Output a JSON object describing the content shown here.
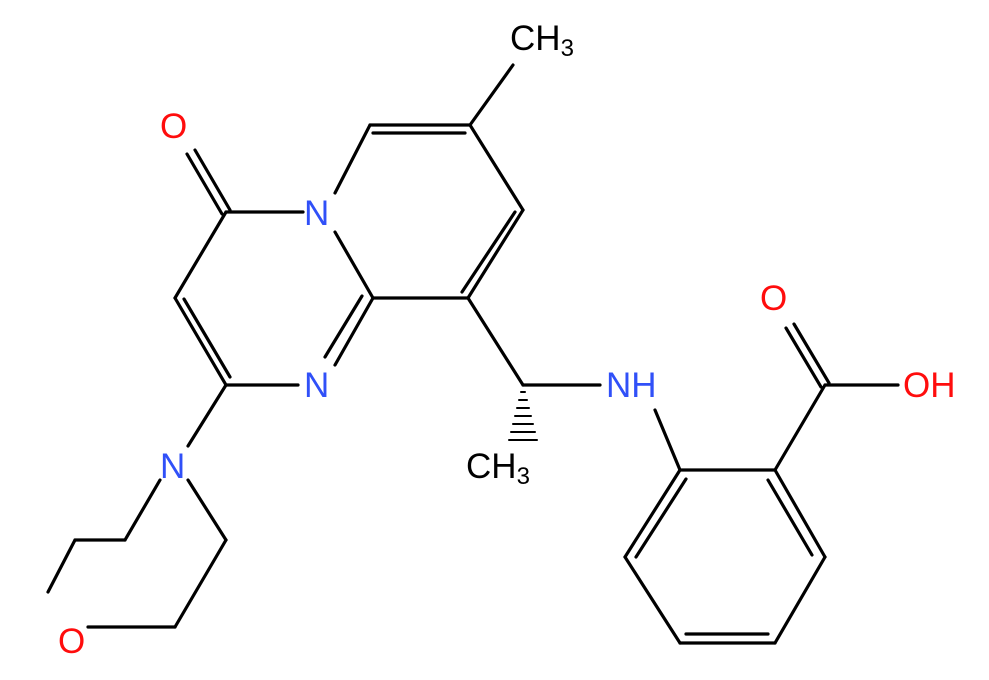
{
  "molecule": {
    "colors": {
      "bond": "#000000",
      "carbon_label": "#000000",
      "nitrogen": "#3050F8",
      "oxygen": "#FF0D0D"
    },
    "labels": {
      "methyl_top": {
        "main": "CH",
        "sub": "3"
      },
      "methyl_chiral": {
        "main": "CH",
        "sub": "3"
      },
      "ketone_o": "O",
      "bridge_n": "N",
      "ring_n": "N",
      "morpholine_n": "N",
      "morpholine_o": "O",
      "amine_nh": "NH",
      "acid_o": "O",
      "acid_oh": "OH"
    }
  }
}
